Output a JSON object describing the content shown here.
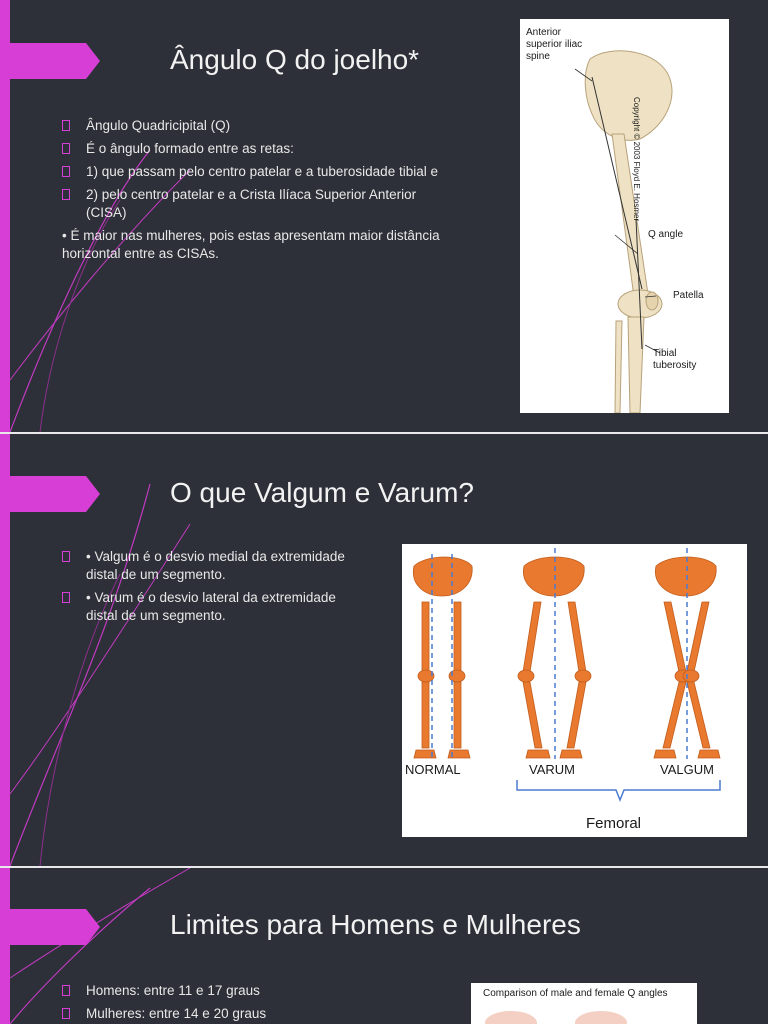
{
  "slides": [
    {
      "title": "Ângulo Q do joelho*",
      "bullets": [
        "Ângulo Quadricipital (Q)",
        "É o ângulo formado entre as retas:",
        "1) que passam pelo centro patelar e a tuberosidade tibial e",
        "2) pelo centro patelar e a Crista Ilíaca Superior Anterior (CISA)"
      ],
      "note": "• É maior nas mulheres, pois estas apresentam maior distância horizontal entre as CISAs.",
      "figure": {
        "labels": {
          "asis": "Anterior superior iliac spine",
          "q_angle": "Q angle",
          "patella": "Patella",
          "tibial": "Tibial tuberosity",
          "copyright": "Copyright © 2003 Floyd E. Hosmer"
        }
      }
    },
    {
      "title": "O que Valgum e Varum?",
      "bullets": [
        "• Valgum é o desvio medial da extremidade distal de um segmento.",
        "• Varum é o desvio lateral da extremidade distal de um segmento."
      ],
      "figure": {
        "labels": {
          "normal": "NORMAL",
          "varum": "VARUM",
          "valgum": "VALGUM",
          "femoral": "Femoral"
        }
      }
    },
    {
      "title": "Limites para Homens e Mulheres",
      "bullets": [
        "Homens: entre 11 e 17 graus",
        "Mulheres: entre 14 e 20 graus"
      ],
      "figure": {
        "caption": "Comparison of male and female Q angles"
      }
    }
  ],
  "colors": {
    "background": "#2d3038",
    "accent": "#d63ed6",
    "bone": "#e8792e"
  }
}
